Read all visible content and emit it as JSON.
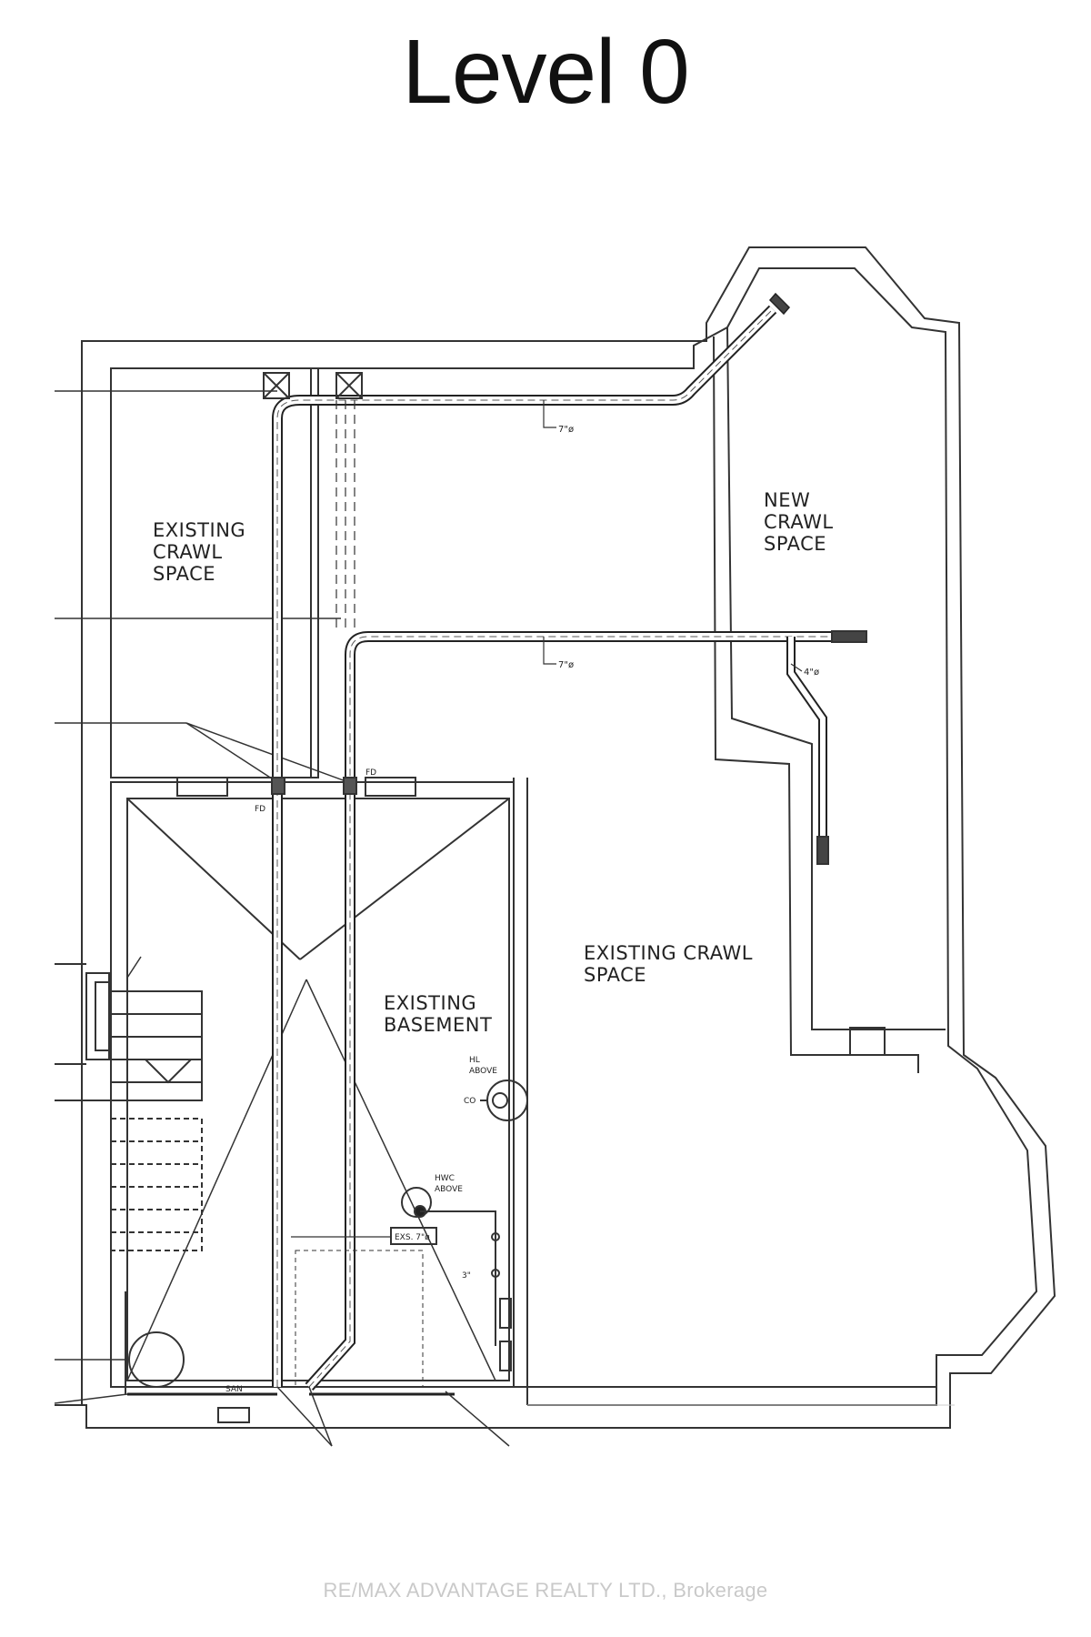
{
  "title": "Level 0",
  "rooms": {
    "crawl_left": [
      "EXISTING",
      "CRAWL",
      "SPACE"
    ],
    "crawl_new": [
      "NEW",
      "CRAWL",
      "SPACE"
    ],
    "crawl_right": [
      "EXISTING CRAWL",
      "SPACE"
    ],
    "basement": [
      "EXISTING",
      "BASEMENT"
    ]
  },
  "annotations": {
    "duct_top": "7\"ø",
    "duct_mid": "7\"ø",
    "duct_branch": "4\"ø",
    "fd_left": "FD",
    "fd_right": "FD",
    "hl_above": [
      "HL",
      "ABOVE"
    ],
    "co": "CO",
    "hwc_above": [
      "HWC",
      "ABOVE"
    ],
    "existing_duct": "EXS. 7\"ø",
    "three_inch": "3\"",
    "san": "SAN"
  },
  "watermark": "RE/MAX ADVANTAGE REALTY LTD., Brokerage"
}
